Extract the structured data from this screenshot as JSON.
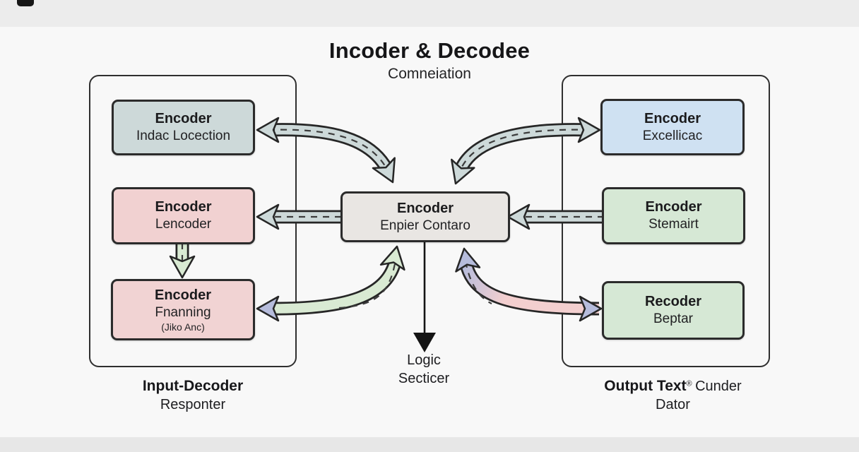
{
  "title": "Incoder & Decodee",
  "subtitle": "Comneiation",
  "nodes": {
    "input1": {
      "title": "Encoder",
      "subtitle": "Indac Locection",
      "color": "#cdd9d9"
    },
    "input2": {
      "title": "Encoder",
      "subtitle": "Lencoder",
      "color": "#f1d1d1"
    },
    "input3": {
      "title": "Encoder",
      "subtitle": "Fnanning",
      "note": "(Jiko Anc)",
      "color": "#f1d3d3"
    },
    "center": {
      "title": "Encoder",
      "subtitle": "Enpier Contaro",
      "color": "#e9e6e3"
    },
    "output1": {
      "title": "Encoder",
      "subtitle": "Excellicac",
      "color": "#cfe1f2"
    },
    "output2": {
      "title": "Encoder",
      "subtitle": "Stemairt",
      "color": "#d6e8d5"
    },
    "output3": {
      "title": "Recoder",
      "subtitle": "Beptar",
      "color": "#d6e8d5"
    }
  },
  "labels": {
    "input_group_line1": "Input-Decoder",
    "input_group_line2": "Responter",
    "logic_line1": "Logic",
    "logic_line2": "Secticer",
    "output_group_bold": "Output Text",
    "output_group_sup": "®",
    "output_group_rest": "Cunder",
    "output_group_line2": "Dator"
  },
  "colors": {
    "arrow_gray": "#cdd9d9",
    "arrow_green": "#d9ead3",
    "arrow_lavender": "#b6bcdc",
    "arrow_pink": "#f3cfcf",
    "arrow_black": "#141414",
    "node_border": "#2b2b2b",
    "background": "#f8f8f8"
  }
}
